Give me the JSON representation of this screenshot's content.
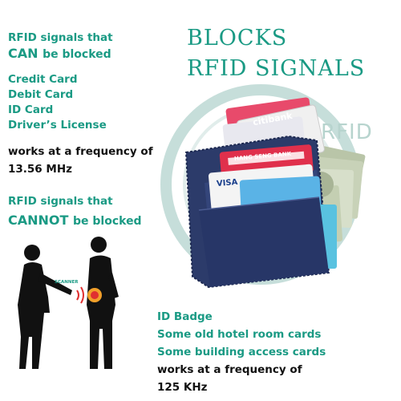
{
  "colors": {
    "accent": "#1a9a84",
    "text": "#111111",
    "wallet": "#2c3b6a"
  },
  "heading": {
    "line1": "BLOCKS",
    "line2": "RFID SIGNALS"
  },
  "can_block": {
    "title_pre": "RFID signals that",
    "title_emph": "CAN",
    "title_post": "be blocked",
    "items": [
      "Credit Card",
      "Debit Card",
      "ID Card",
      "Driver’s License"
    ],
    "freq_line1": "works at a frequency of",
    "freq_line2": "13.56 MHz"
  },
  "cannot_block": {
    "title_pre": "RFID signals that",
    "title_emph": "CANNOT",
    "title_post": "be blocked",
    "items": [
      "ID Badge",
      "Some old hotel room cards",
      "Some building access cards"
    ],
    "freq_line1": "works at a frequency of",
    "freq_line2": "125 KHz"
  },
  "illustration": {
    "rfid_ring_text": "RFID",
    "scanner_label": "SCANNER",
    "card_brand_1": "citibank",
    "card_brand_2": "HANG SENG BANK",
    "card_brand_3": "VISA",
    "icon": "rfid-wallet"
  }
}
